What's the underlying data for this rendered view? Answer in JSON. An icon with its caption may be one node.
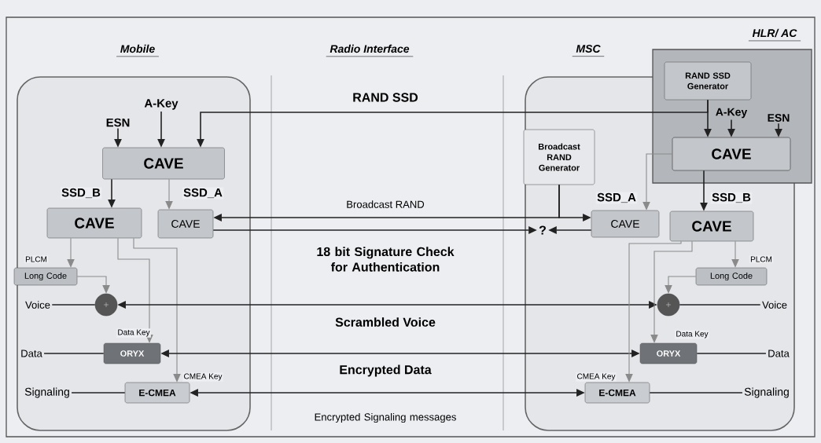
{
  "diagram": {
    "nodes": [
      {
        "text": [
          "Mobile"
        ]
      },
      {
        "text": [
          "ESN"
        ],
        "in": 0
      },
      {
        "text": [
          "A-Key"
        ],
        "in": 0
      },
      {
        "text": [
          "CAVE"
        ],
        "in": 0
      },
      {
        "text": [
          "CAVE"
        ],
        "in": 0
      },
      {
        "text": [
          "CAVE"
        ],
        "in": 0
      },
      {
        "text": [
          "Long Code"
        ],
        "in": 0
      },
      {
        "text": [],
        "shape": "circle",
        "in": 0
      },
      {
        "text": [
          "ORYX"
        ],
        "in": 0
      },
      {
        "text": [
          "E-CMEA"
        ],
        "in": 0
      },
      {
        "text": [
          "Voice"
        ],
        "in": 0
      },
      {
        "text": [
          "Data"
        ],
        "in": 0
      },
      {
        "text": [
          "Signaling"
        ],
        "in": 0
      },
      {
        "text": [
          "MSC"
        ]
      },
      {
        "text": [
          "HLR/ AC"
        ]
      },
      {
        "text": [
          "RAND SSD Generator"
        ],
        "in": 14
      },
      {
        "text": [
          "A-Key"
        ]
      },
      {
        "text": [
          "ESN"
        ]
      },
      {
        "text": [
          "CAVE"
        ]
      },
      {
        "text": [
          "Broadcast RAND Generator"
        ],
        "in": 13
      },
      {
        "text": [
          "CAVE"
        ],
        "in": 13
      },
      {
        "text": [
          "CAVE"
        ],
        "in": 13
      },
      {
        "text": [
          "?"
        ],
        "in": 13
      },
      {
        "text": [
          "Long Code"
        ],
        "in": 13
      },
      {
        "text": [],
        "shape": "circle",
        "in": 13
      },
      {
        "text": [
          "ORYX"
        ],
        "in": 13
      },
      {
        "text": [
          "E-CMEA"
        ],
        "in": 13
      },
      {
        "text": [
          "Voice"
        ],
        "in": 13
      },
      {
        "text": [
          "Data"
        ],
        "in": 13
      },
      {
        "text": [
          "Signaling"
        ],
        "in": 13
      }
    ],
    "edges": [
      {
        "from": 1,
        "to": 3,
        "arrow": "to"
      },
      {
        "from": 2,
        "to": 3,
        "arrow": "to"
      },
      {
        "from": 15,
        "to": 3,
        "arrow": "to",
        "label": "RAND SSD"
      },
      {
        "from": 3,
        "to": 4,
        "arrow": "to",
        "label": "SSD_B"
      },
      {
        "from": 3,
        "to": 5,
        "arrow": "to",
        "label": "SSD_A",
        "color": "#8a8a8a"
      },
      {
        "from": 4,
        "to": 6,
        "arrow": "to",
        "label": "PLCM",
        "color": "#8a8a8a"
      },
      {
        "from": 6,
        "to": 7,
        "arrow": "to",
        "color": "#8a8a8a"
      },
      {
        "from": 4,
        "to": 8,
        "arrow": "to",
        "label": "Data Key",
        "color": "#8a8a8a"
      },
      {
        "from": 4,
        "to": 9,
        "arrow": "to",
        "label": "CMEA Key",
        "color": "#8a8a8a"
      },
      {
        "from": 10,
        "to": 7,
        "arrow": "none"
      },
      {
        "from": 11,
        "to": 8,
        "arrow": "none"
      },
      {
        "from": 12,
        "to": 9,
        "arrow": "none"
      },
      {
        "from": 19,
        "to": 5,
        "arrow": "to",
        "label": "Broadcast RAND"
      },
      {
        "from": 19,
        "to": 20,
        "arrow": "to"
      },
      {
        "from": 5,
        "to": 22,
        "arrow": "to",
        "label": "18 bit Signature Check for Authentication"
      },
      {
        "from": 20,
        "to": 22,
        "arrow": "to"
      },
      {
        "from": 7,
        "to": 24,
        "arrow": "both",
        "label": "Scrambled Voice"
      },
      {
        "from": 8,
        "to": 25,
        "arrow": "both",
        "label": "Encrypted Data"
      },
      {
        "from": 9,
        "to": 26,
        "arrow": "both",
        "label": "Encrypted Signaling messages"
      },
      {
        "from": 15,
        "to": 18,
        "arrow": "to"
      },
      {
        "from": 16,
        "to": 18,
        "arrow": "to"
      },
      {
        "from": 17,
        "to": 18,
        "arrow": "to"
      },
      {
        "from": 18,
        "to": 20,
        "arrow": "to",
        "label": "SSD_A",
        "color": "#8a8a8a"
      },
      {
        "from": 18,
        "to": 21,
        "arrow": "to",
        "label": "SSD_B"
      },
      {
        "from": 21,
        "to": 23,
        "arrow": "to",
        "label": "PLCM",
        "color": "#8a8a8a"
      },
      {
        "from": 23,
        "to": 24,
        "arrow": "to",
        "color": "#8a8a8a"
      },
      {
        "from": 21,
        "to": 25,
        "arrow": "to",
        "label": "Data Key",
        "color": "#8a8a8a"
      },
      {
        "from": 21,
        "to": 26,
        "arrow": "to",
        "label": "CMEA Key",
        "color": "#8a8a8a"
      },
      {
        "from": 27,
        "to": 24,
        "arrow": "none"
      },
      {
        "from": 28,
        "to": 25,
        "arrow": "none"
      },
      {
        "from": 29,
        "to": 26,
        "arrow": "none"
      }
    ],
    "labels": [
      "Radio Interface"
    ]
  }
}
